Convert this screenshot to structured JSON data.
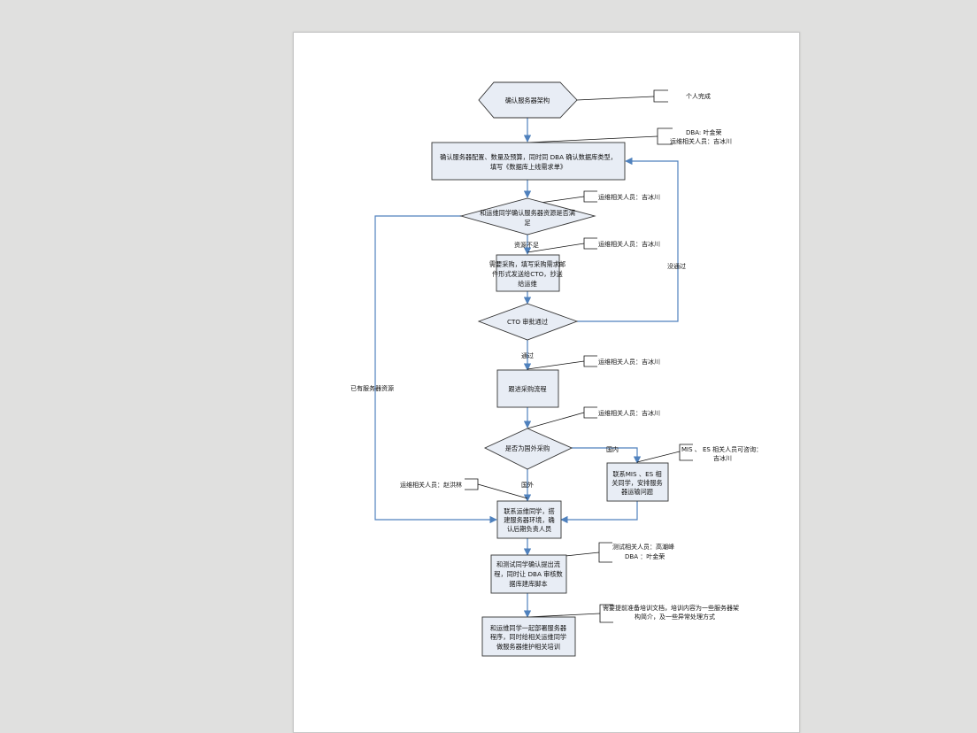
{
  "nodes": {
    "n1": "确认服务器架构",
    "n2_l1": "确认服务器配置、数量及预算，同时同 DBA 确认数据库类型，",
    "n2_l2": "填写《数据库上线需求单》",
    "n3_l1": "和运维同学确认服务器资源是否满",
    "n3_l2": "足",
    "n4_l1": "需要采购，填写采购需求邮",
    "n4_l2": "件形式发送给CTO，抄送",
    "n4_l3": "给运维",
    "n5": "CTO 审批通过",
    "n6": "跟进采购流程",
    "n7": "是否为国外采购",
    "n8_l1": "联系MIS 、ES 相",
    "n8_l2": "关同学，安排服务",
    "n8_l3": "器运输问题",
    "n9_l1": "联系运维同学，搭",
    "n9_l2": "建服务器环境，确",
    "n9_l3": "认后期负责人员",
    "n10_l1": "和测试同学确认提出流",
    "n10_l2": "程，同时让 DBA 审核数",
    "n10_l3": "据库建库脚本",
    "n11_l1": "和运维同学一起部署服务器",
    "n11_l2": "程序，同时给相关运维同学",
    "n11_l3": "做服务器维护相关培训"
  },
  "edges": {
    "insufficient": "资源不足",
    "not_passed": "没通过",
    "passed": "通过",
    "existing": "已有服务器资源",
    "domestic": "国内",
    "foreign": "国外"
  },
  "notes": {
    "c1": "个人完成",
    "c2_l1": "DBA: 叶金荣",
    "c2_l2": "运维相关人员：吉冰川",
    "c3": "运维相关人员：吉冰川",
    "c4": "运维相关人员：吉冰川",
    "c5": "运维相关人员：吉冰川",
    "c6": "运维相关人员：吉冰川",
    "c7_l1": "MIS 、 ES 相关人员可咨询：",
    "c7_l2": "吉冰川",
    "c8": "运维相关人员：赵洪林",
    "c9_l1": "测试相关人员：高潮峰",
    "c9_l2": "DBA ：叶金荣",
    "c10_l1": "需要提前准备培训文档，培训内容为一些服务器架",
    "c10_l2": "构简介，及一些异常处理方式"
  },
  "colors": {
    "line": "#4f81bd",
    "fill": "#e8edf5",
    "stroke": "#333333"
  }
}
